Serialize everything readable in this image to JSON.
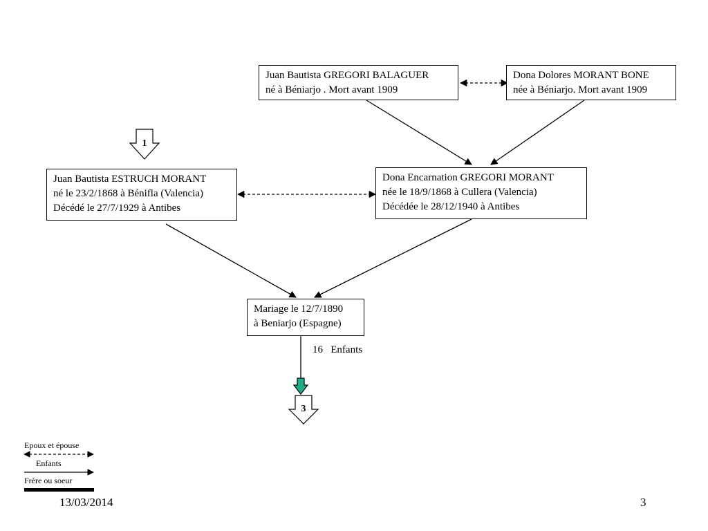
{
  "persons": {
    "grandfather": {
      "name": "Juan Bautista GREGORI BALAGUER",
      "detail": "né à Béniarjo . Mort avant 1909"
    },
    "grandmother": {
      "name": "Dona Dolores MORANT BONE",
      "detail": "née à Béniarjo. Mort avant 1909"
    },
    "husband": {
      "name": "Juan Bautista ESTRUCH MORANT",
      "born": "né le 23/2/1868 à Bénifla (Valencia)",
      "died": "Décédé le 27/7/1929 à Antibes"
    },
    "wife": {
      "name": "Dona Encarnation GREGORI MORANT",
      "born": "née le 18/9/1868 à Cullera (Valencia)",
      "died": "Décédée le 28/12/1940 à Antibes"
    }
  },
  "marriage": {
    "line1": "Mariage le 12/7/1890",
    "line2": "à Beniarjo (Espagne)"
  },
  "children_label": "16   Enfants",
  "markers": {
    "previous_page": "1",
    "next_page": "3"
  },
  "legend": {
    "spouses": "Epoux et épouse",
    "children": "Enfants",
    "siblings": "Frère ou soeur"
  },
  "footer": {
    "date": "13/03/2014",
    "page_number": "3"
  },
  "colors": {
    "next_arrow_fill": "#1fae8a"
  }
}
